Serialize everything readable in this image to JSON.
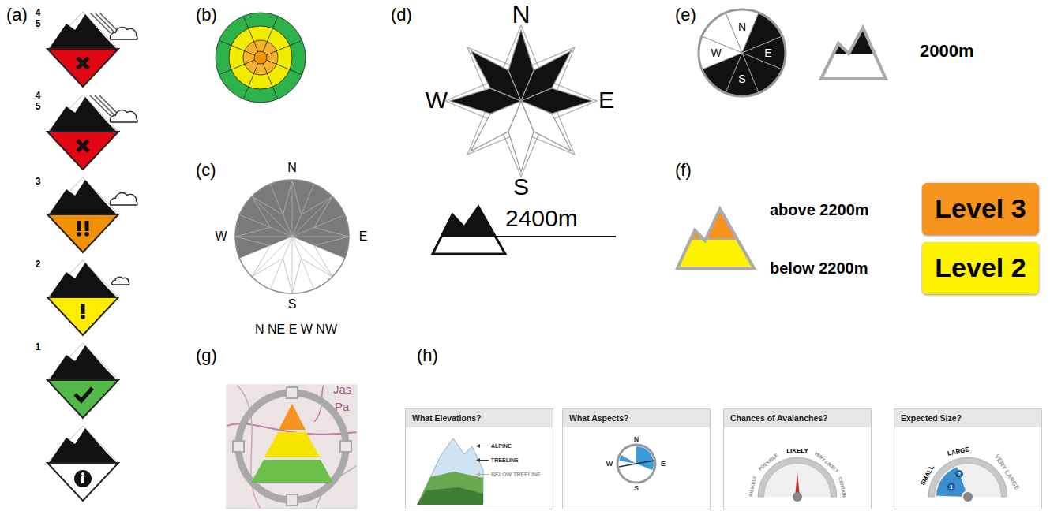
{
  "diagram": {
    "nodes": [
      {
        "text": [
          "Level 3"
        ]
      },
      {
        "text": [
          "Level 2"
        ]
      },
      {
        "text": [
          "What Elevations?"
        ]
      },
      {
        "text": [
          "What Aspects?"
        ]
      },
      {
        "text": [
          "Chances of Avalanches?"
        ]
      },
      {
        "text": [
          "Expected Size?"
        ]
      }
    ],
    "labels": [
      "(a)",
      "4",
      "5",
      "4",
      "5",
      "3",
      "2",
      "1",
      "(b)",
      "(c)",
      "N",
      "W",
      "E",
      "S",
      "N NE E W NW",
      "(d)",
      "N",
      "W",
      "E",
      "S",
      "2400m",
      "(e)",
      "N",
      "W",
      "E",
      "S",
      "2000m",
      "(f)",
      "above 2200m",
      "below 2200m",
      "(g)",
      "Jas",
      "Pa",
      "(h)",
      "ALPINE",
      "TREELINE",
      "BELOW TREELINE",
      "N",
      "W",
      "E",
      "S",
      "UNLIKELY",
      "POSSIBLE",
      "LIKELY",
      "VERY LIKELY",
      "CERTAIN",
      "SMALL",
      "LARGE",
      "VERY LARGE",
      "1",
      "2"
    ]
  }
}
